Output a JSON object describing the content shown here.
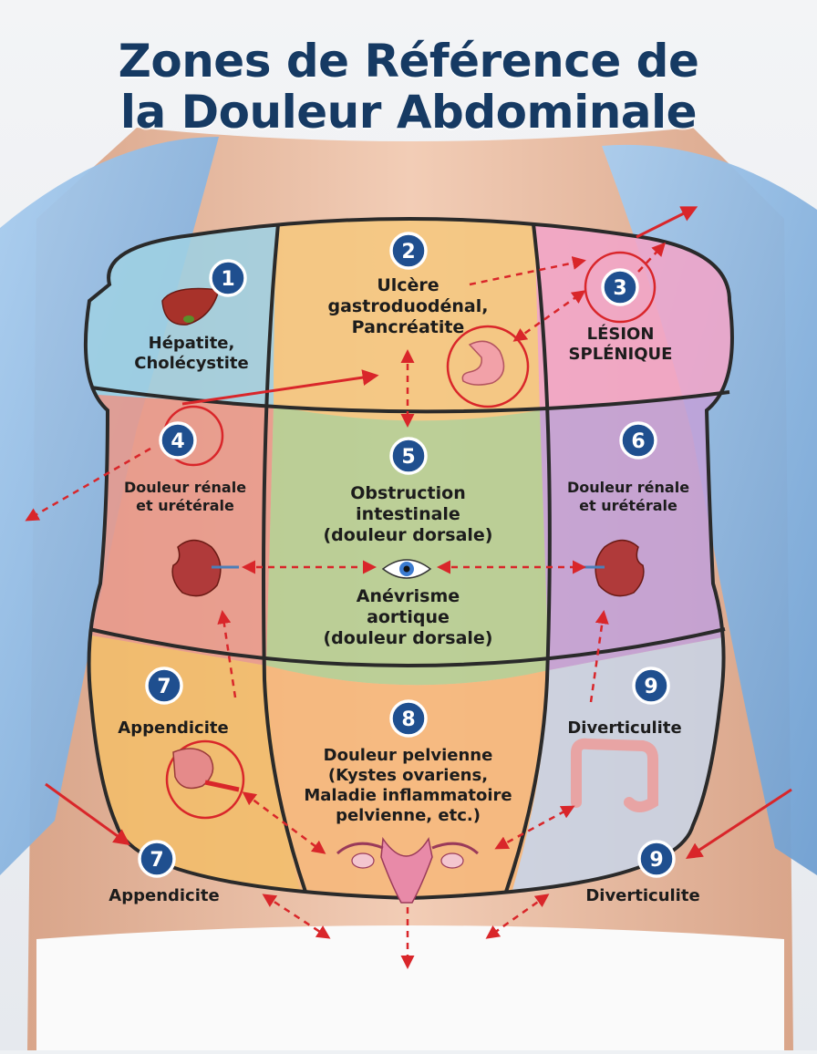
{
  "title_line1": "Zones de Référence de",
  "title_line2": "la Douleur Abdominale",
  "zones": [
    {
      "number": "1",
      "label_lines": [
        "Hépatite,",
        "Cholécystite"
      ],
      "color": "#9ed0e3",
      "icon": "liver-icon"
    },
    {
      "number": "2",
      "label_lines": [
        "Ulcère",
        "gastroduodénal,",
        "Pancréatite"
      ],
      "color": "#f5c77e",
      "icon": "stomach-icon"
    },
    {
      "number": "3",
      "label_lines": [
        "LÉSION",
        "SPLÉNIQUE"
      ],
      "color": "#f1a5c8",
      "icon": "spleen-icon"
    },
    {
      "number": "4",
      "label_lines": [
        "Douleur rénale",
        "et urétérale"
      ],
      "color": "#e89a8c",
      "icon": "kidney-icon"
    },
    {
      "number": "5",
      "label_lines": [
        "Obstruction",
        "intestinale",
        "(douleur dorsale)"
      ],
      "color": "#b4cf93",
      "icon": "eye-icon"
    },
    {
      "number": "6",
      "label_lines": [
        "Douleur rénale",
        "et urétérale"
      ],
      "color": "#c1a1d8",
      "icon": "kidney-icon"
    },
    {
      "number": "7",
      "label_lines": [
        "Appendicite"
      ],
      "color": "#f2bd6a",
      "icon": "appendix-icon"
    },
    {
      "number": "8",
      "label_lines": [
        "Douleur pelvienne",
        "(Kystes ovariens,",
        "Maladie inflammatoire",
        "pelvienne, etc.)"
      ],
      "color": "#f6b77a",
      "icon": "uterus-icon"
    },
    {
      "number": "9",
      "label_lines": [
        "Diverticulite"
      ],
      "color": "#c8d4e6",
      "icon": "colon-icon"
    }
  ],
  "aortic_label_lines": [
    "Anévrisme",
    "aortique",
    "(douleur dorsale)"
  ],
  "outer_labels": {
    "left_number": "7",
    "left_label": "Appendicite",
    "right_number": "9",
    "right_label": "Diverticulite"
  },
  "colors": {
    "title": "#163a63",
    "badge": "#1f4f8f",
    "arrow": "#d9262a",
    "gown": "#8fb9e3",
    "skin": "#e9bea4",
    "grid_line": "#2a2a2a"
  }
}
